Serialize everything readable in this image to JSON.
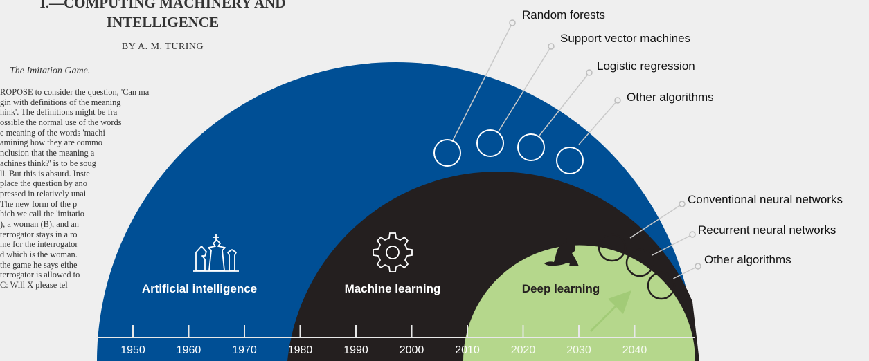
{
  "paper": {
    "title_line1": "I.—COMPUTING MACHINERY AND",
    "title_line2": "INTELLIGENCE",
    "author": "BY A. M. TURING",
    "section": "The Imitation Game.",
    "lines": [
      "ROPOSE to consider the question, 'Can ma",
      "gin with definitions of the meaning",
      "hink'. The definitions might be fra",
      "ossible the normal use of the words",
      "e meaning of the words 'machi",
      "amining how they are commo",
      "nclusion that the meaning a",
      "achines think?' is to be soug",
      "ll. But this is absurd. Inste",
      "place the question by ano",
      "pressed in relatively unai",
      "    The new form of the p",
      "hich we call the 'imitatio",
      "), a woman (B), and an",
      "terrogator stays in a ro",
      "me for the interrogator",
      "d which is the woman.",
      " the game he says eithe",
      "terrogator is allowed to",
      "   C: Will X please tel"
    ]
  },
  "regions": {
    "ai": {
      "label": "Artificial intelligence",
      "color": "#004f95",
      "icon": "chess-pieces-icon"
    },
    "ml": {
      "label": "Machine learning",
      "color": "#241f1f",
      "icon": "gear-icon"
    },
    "dl": {
      "label": "Deep learning",
      "color": "#b5d78c",
      "icon": "cat-icon"
    }
  },
  "ml_algorithms": [
    "Random forests",
    "Support vector machines",
    "Logistic regression",
    "Other algorithms"
  ],
  "dl_algorithms": [
    "Conventional neural networks",
    "Recurrent neural networks",
    "Other algorithms"
  ],
  "timeline": {
    "years": [
      "1950",
      "1960",
      "1970",
      "1980",
      "1990",
      "2000",
      "2010",
      "2020",
      "2030",
      "2040"
    ]
  }
}
